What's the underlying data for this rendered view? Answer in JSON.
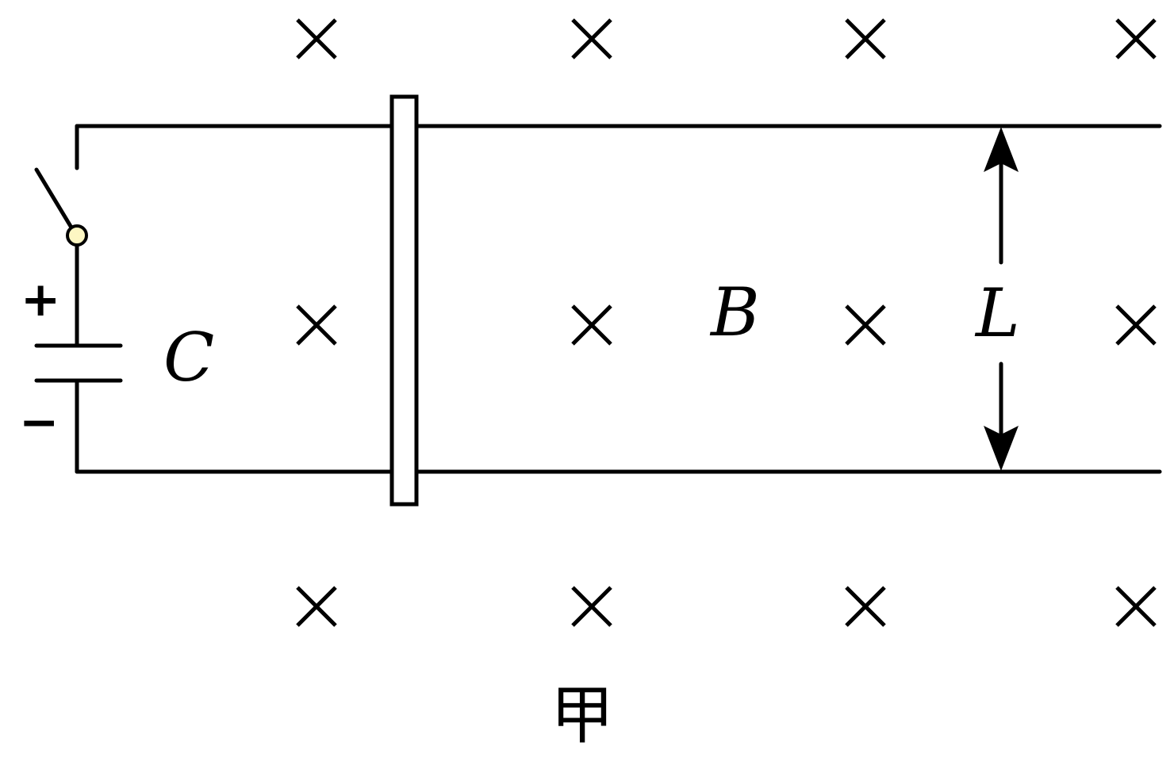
{
  "diagram": {
    "labels": {
      "capacitor": "C",
      "field": "B",
      "rail_spacing": "L",
      "plus_terminal": "+",
      "minus_terminal": "−",
      "caption": "甲"
    },
    "field_direction": "into-page",
    "field_marker_glyph": "×",
    "colors": {
      "stroke": "#000000",
      "switch_pivot_fill": "#fdf7c3",
      "background": "#ffffff"
    }
  }
}
